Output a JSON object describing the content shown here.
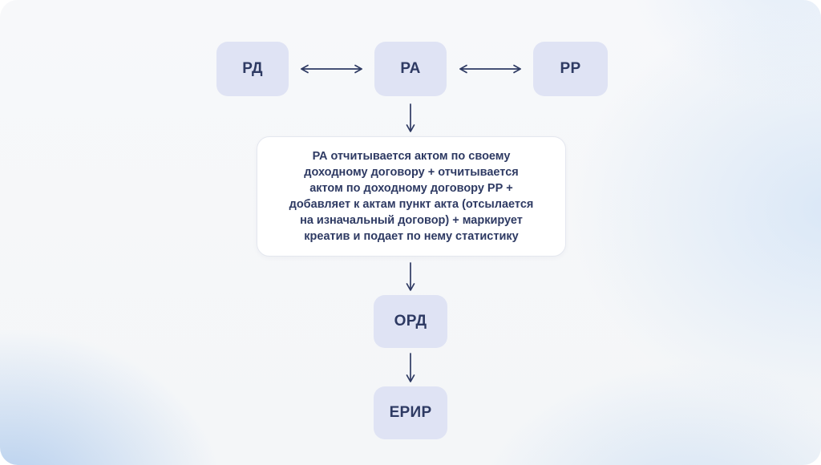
{
  "diagram": {
    "nodes": {
      "rd": "РД",
      "ra": "РА",
      "rr": "РР",
      "ord": "ОРД",
      "erir": "ЕРИР"
    },
    "note": {
      "lines": [
        "РА отчитывается актом по своему",
        "доходному договору + отчитывается",
        "актом по доходному договору РР +",
        "добавляет к актам пункт акта (отсылается",
        "на изначальный договор) + маркирует",
        "креатив и подает по нему статистику"
      ]
    },
    "colors": {
      "node_fill": "#dfe3f4",
      "text": "#2e3a63",
      "arrow": "#2e3a63",
      "note_border": "#e4e7ef",
      "note_fill": "#ffffff"
    }
  }
}
